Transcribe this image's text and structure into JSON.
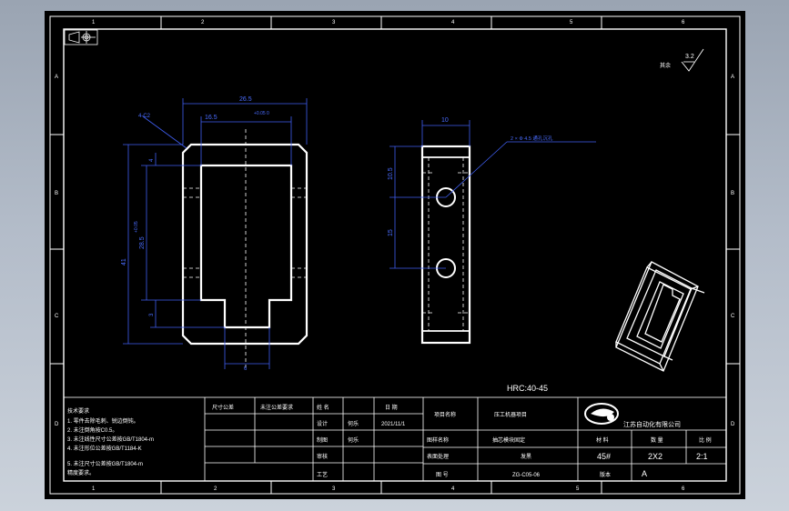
{
  "drawing": {
    "zone_cols": [
      "1",
      "2",
      "3",
      "4",
      "5",
      "6"
    ],
    "zone_rows": [
      "A",
      "B",
      "C",
      "D"
    ],
    "roughness_prefix": "其余",
    "roughness_value": "3.2",
    "front_view": {
      "dim_top_total": "26.5",
      "dim_top_inner": "16.5",
      "dim_top_inner_tol": "+0.05 0",
      "chamfer": "4-C2",
      "dim_left_total": "41",
      "dim_left_inner": "28.5",
      "dim_left_inner_b": "+0.05",
      "dim_left_small_a": "4",
      "dim_left_small_b": "3",
      "dim_bottom_slot": "6"
    },
    "side_view": {
      "dim_width": "10",
      "dim_hole_top": "10.5",
      "dim_hole_pitch": "15",
      "hole_note": "2 × Φ 4.5 通孔沉孔"
    },
    "hardness_note": "HRC:40-45"
  },
  "title_block": {
    "tech_requirements": [
      "技术要求",
      "1. 零件去除毛刺、锐边倒钝。",
      "2. 未注倒角按C0.5。",
      "3. 未注线性尺寸公差按GB/T1804-m",
      "4. 未注形位公差按GB/T1184-K",
      "5. 未注尺寸公差按GB/T1804-m",
      "   精度要求。"
    ],
    "size_tolerance_label": "尺寸公差",
    "size_tolerance_value": "未注公差要求",
    "name_label": "姓 名",
    "date_label": "日 期",
    "design_label": "设计",
    "designer_name": "何乐",
    "design_date": "2021/11/1",
    "draw_label": "制图",
    "drawer_name": "何乐",
    "check_label": "审核",
    "process_label": "工艺",
    "project_label": "项目名称",
    "project_value": "压工机器项目",
    "part_name_label": "图样名称",
    "part_name_value": "抽芯模块固定",
    "material_label": "材 料",
    "material_value": "45#",
    "quantity_label": "数 量",
    "quantity_value": "2X2",
    "scale_label": "比 例",
    "scale_value": "2:1",
    "surface_label": "表面处理",
    "surface_value": "发黑",
    "drawing_no_label": "图 号",
    "drawing_no_value": "ZG-C05-06",
    "version_label": "版本",
    "version_value": "A",
    "company_name": "江苏自动化有限公司"
  }
}
